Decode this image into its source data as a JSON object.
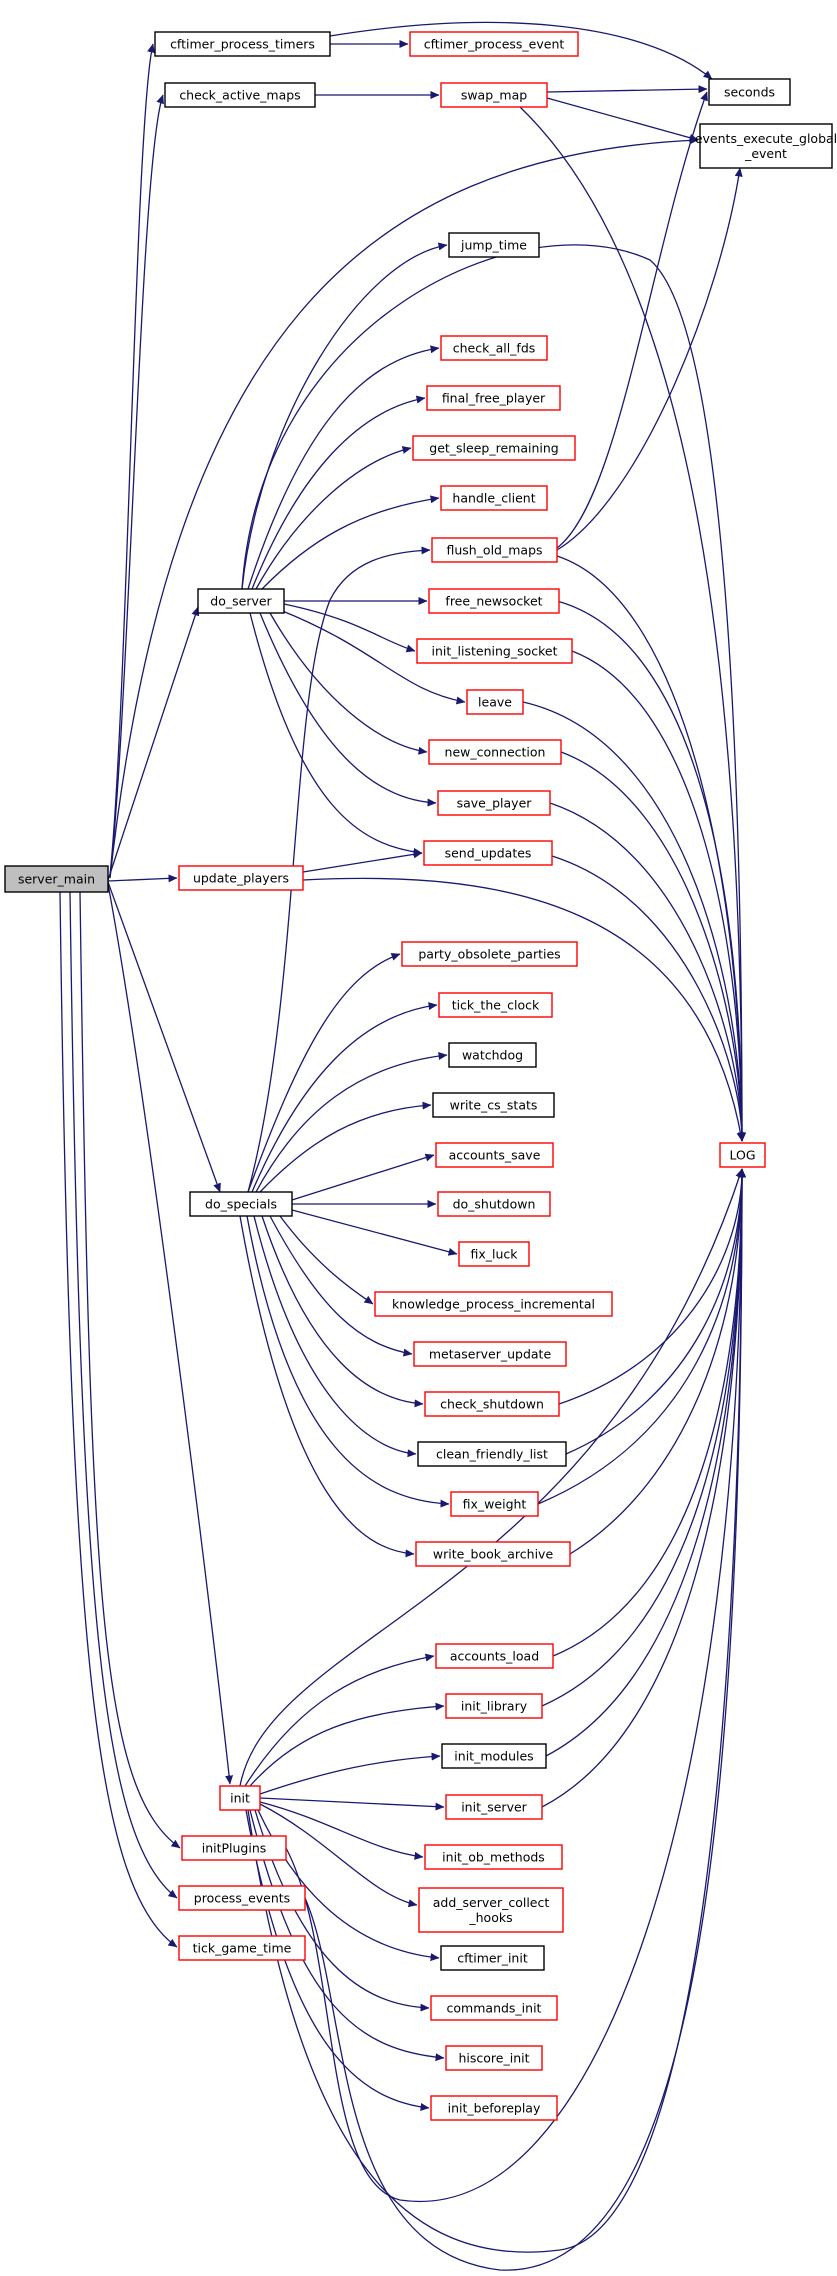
{
  "colors": {
    "edge": "#191970",
    "root_fill": "#bfbfbf",
    "red_border": "#ff0000",
    "black_border": "#000000"
  },
  "nodes": {
    "server_main": "server_main",
    "cftimer_process_timers": "cftimer_process_timers",
    "cftimer_process_event": "cftimer_process_event",
    "check_active_maps": "check_active_maps",
    "swap_map": "swap_map",
    "seconds": "seconds",
    "events_execute_global_event": [
      "events_execute_global",
      "_event"
    ],
    "jump_time": "jump_time",
    "check_all_fds": "check_all_fds",
    "final_free_player": "final_free_player",
    "get_sleep_remaining": "get_sleep_remaining",
    "handle_client": "handle_client",
    "flush_old_maps": "flush_old_maps",
    "do_server": "do_server",
    "free_newsocket": "free_newsocket",
    "init_listening_socket": "init_listening_socket",
    "leave": "leave",
    "new_connection": "new_connection",
    "save_player": "save_player",
    "send_updates": "send_updates",
    "update_players": "update_players",
    "party_obsolete_parties": "party_obsolete_parties",
    "tick_the_clock": "tick_the_clock",
    "watchdog": "watchdog",
    "write_cs_stats": "write_cs_stats",
    "accounts_save": "accounts_save",
    "LOG": "LOG",
    "do_specials": "do_specials",
    "do_shutdown": "do_shutdown",
    "fix_luck": "fix_luck",
    "knowledge_process_incremental": "knowledge_process_incremental",
    "metaserver_update": "metaserver_update",
    "check_shutdown": "check_shutdown",
    "clean_friendly_list": "clean_friendly_list",
    "fix_weight": "fix_weight",
    "write_book_archive": "write_book_archive",
    "accounts_load": "accounts_load",
    "init_library": "init_library",
    "init_modules": "init_modules",
    "init": "init",
    "init_server": "init_server",
    "init_ob_methods": "init_ob_methods",
    "add_server_collect_hooks": [
      "add_server_collect",
      "_hooks"
    ],
    "initPlugins": "initPlugins",
    "process_events": "process_events",
    "cftimer_init": "cftimer_init",
    "tick_game_time": "tick_game_time",
    "commands_init": "commands_init",
    "hiscore_init": "hiscore_init",
    "init_beforeplay": "init_beforeplay"
  }
}
